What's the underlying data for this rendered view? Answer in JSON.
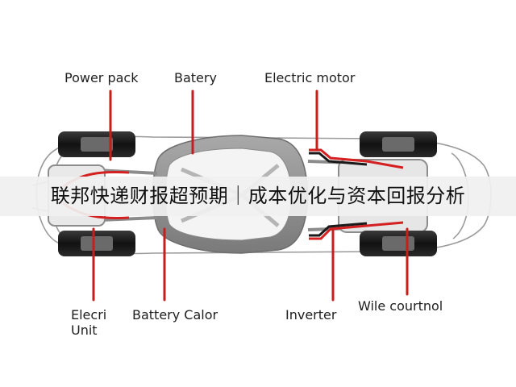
{
  "labels": {
    "power_pack": "Power pack",
    "batery": "Batery",
    "electric_motor": "Electric motor",
    "elecri_unit_line1": "Elecri",
    "elecri_unit_line2": "Unit",
    "battery_calor": "Battery Calor",
    "inverter": "Inverter",
    "wile_courtnol": "Wile courtnol"
  },
  "banner": {
    "text": "联邦快递财报超预期｜成本优化与资本回报分析"
  },
  "colors": {
    "background": "#ffffff",
    "callout_line": "#c41e1e",
    "wire_red": "#d42020",
    "wire_black": "#1a1a1a",
    "body_outline": "#9a9a9a",
    "tire": "#1c1c1c",
    "battery_tray": "#8e8e8e",
    "banner_bg": "#f0f0f0"
  }
}
